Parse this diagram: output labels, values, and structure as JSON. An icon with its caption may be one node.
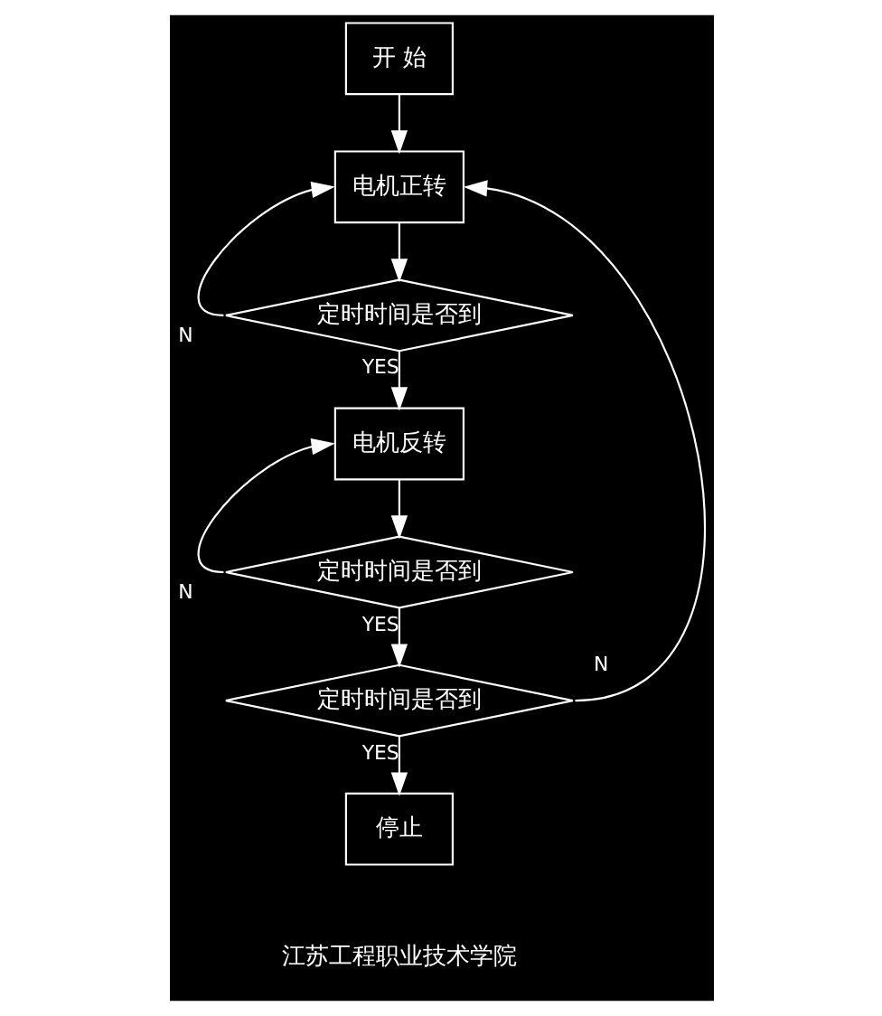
{
  "diagram": {
    "nodes": [
      {
        "text": [
          "开 始"
        ]
      },
      {
        "text": [
          "电机正转"
        ]
      },
      {
        "text": [
          "定时时间是否到"
        ]
      },
      {
        "text": [
          "电机反转"
        ]
      },
      {
        "text": [
          "定时时间是否到"
        ]
      },
      {
        "text": [
          "定时时间是否到"
        ]
      },
      {
        "text": [
          "停止"
        ]
      }
    ],
    "edges": [
      {
        "from": 0,
        "to": 1,
        "arrow": "to"
      },
      {
        "from": 1,
        "to": 2,
        "arrow": "to"
      },
      {
        "from": 2,
        "to": 1,
        "arrow": "to",
        "label": "N"
      },
      {
        "from": 2,
        "to": 3,
        "arrow": "to",
        "label": "YES"
      },
      {
        "from": 3,
        "to": 4,
        "arrow": "to"
      },
      {
        "from": 4,
        "to": 3,
        "arrow": "to",
        "label": "N"
      },
      {
        "from": 4,
        "to": 5,
        "arrow": "to",
        "label": "YES"
      },
      {
        "from": 5,
        "to": 1,
        "arrow": "to",
        "label": "N"
      },
      {
        "from": 5,
        "to": 6,
        "arrow": "to",
        "label": "YES"
      }
    ],
    "labels": [
      "江苏工程职业技术学院"
    ]
  }
}
